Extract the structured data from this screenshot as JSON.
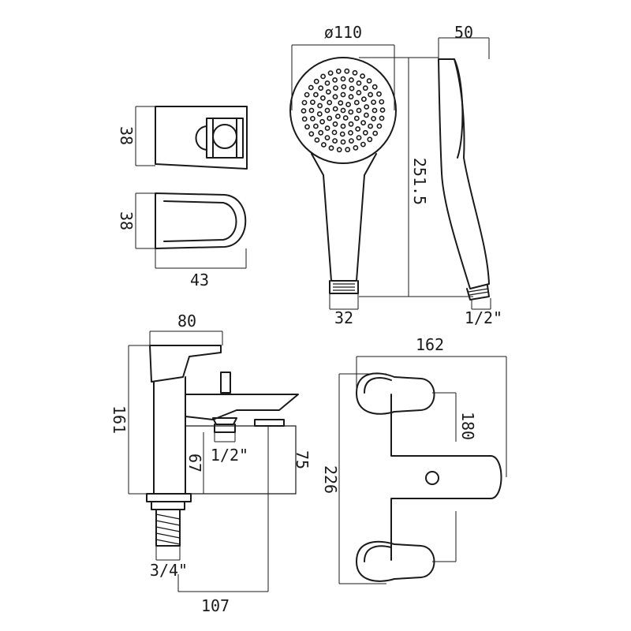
{
  "dimensions": {
    "holder_front_height": "38",
    "holder_side_height": "38",
    "holder_width": "43",
    "handset_diameter": "ø110",
    "handset_depth": "50",
    "handset_length": "251.5",
    "handset_neck": "32",
    "handset_thread": "1/2\"",
    "mixer_spout_reach": "80",
    "mixer_height": "161",
    "mixer_outlet_thread": "1/2\"",
    "mixer_outlet_height": "67",
    "mixer_body_height": "75",
    "mixer_inlet_thread": "3/4\"",
    "mixer_projection": "107",
    "plan_width": "162",
    "plan_centres": "180",
    "plan_depth": "226"
  }
}
